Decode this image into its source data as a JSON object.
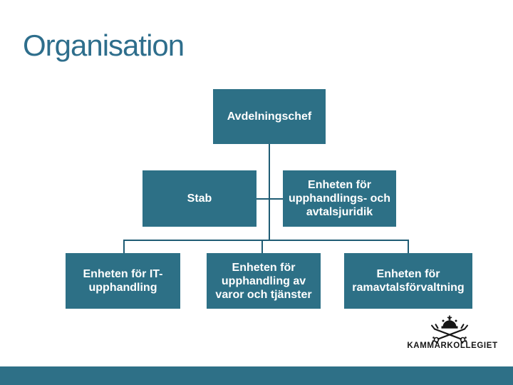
{
  "slide": {
    "title": "Organisation"
  },
  "org_chart": {
    "type": "org-tree",
    "nodes": [
      {
        "id": "avdelningschef",
        "label": "Avdelningschef",
        "reports_to": null
      },
      {
        "id": "stab",
        "label": "Stab",
        "reports_to": "avdelningschef"
      },
      {
        "id": "juridik",
        "label": "Enheten för\nupphandlings- och\navtalsjuridik",
        "reports_to": "avdelningschef"
      },
      {
        "id": "it_upphandling",
        "label": "Enheten för IT-\nupphandling",
        "reports_to": "avdelningschef"
      },
      {
        "id": "varor_tjanster",
        "label": "Enheten för\nupphandling av\nvaror och tjänster",
        "reports_to": "avdelningschef"
      },
      {
        "id": "ramavtalsforvaltning",
        "label": "Enheten för\nramavtalsförvaltning",
        "reports_to": "avdelningschef"
      }
    ]
  },
  "footer": {
    "logo_text": "KAMMARKOLLEGIET"
  },
  "colors": {
    "box_fill": "#2d7086",
    "connector": "#1f5c74",
    "title_text": "#2e6e8c",
    "footer_bar": "#2e7087",
    "box_text": "#ffffff",
    "logo": "#161616"
  }
}
